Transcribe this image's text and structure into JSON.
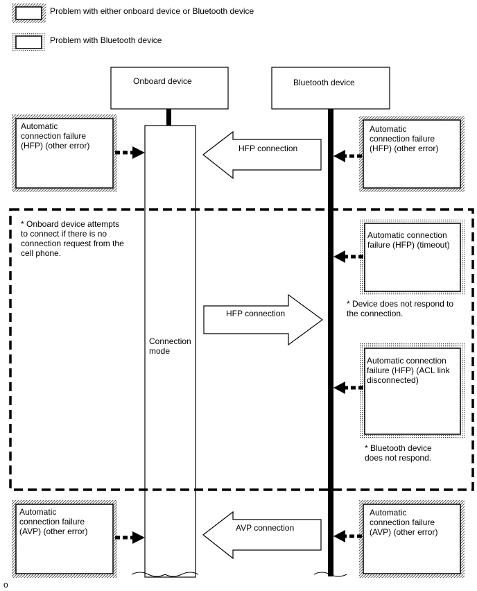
{
  "legend": {
    "either": "Problem with either onboard device or Bluetooth device",
    "bluetooth": "Problem with Bluetooth device"
  },
  "lanes": {
    "onboard": "Onboard device",
    "bluetooth": "Bluetooth device"
  },
  "boxes": {
    "left_top": [
      "Automatic",
      "connection failure",
      "(HFP) (other error)"
    ],
    "right_top": [
      "Automatic",
      "connection failure",
      "(HFP) (other error)"
    ],
    "right_timeout": [
      "Automatic connection",
      "failure (HFP) (timeout)"
    ],
    "right_acl": [
      "Automatic connection",
      "failure (HFP) (ACL link",
      "disconnected)"
    ],
    "left_bottom": [
      "Automatic",
      "connection failure",
      "(AVP) (other error)"
    ],
    "right_bottom": [
      "Automatic",
      "connection failure",
      "(AVP) (other error)"
    ]
  },
  "arrows": {
    "hfp_in": "HFP connection",
    "hfp_out": "HFP connection",
    "avp_in": "AVP connection"
  },
  "notes": {
    "onboard_attempt": [
      "* Onboard device attempts",
      "to connect if there is no",
      "connection request from the",
      "cell phone."
    ],
    "no_response": [
      "* Device does not respond to",
      "the connection."
    ],
    "bt_no_response": [
      "* Bluetooth device",
      "does not respond."
    ]
  },
  "mode": [
    "Connection",
    "mode"
  ],
  "corner": "o"
}
